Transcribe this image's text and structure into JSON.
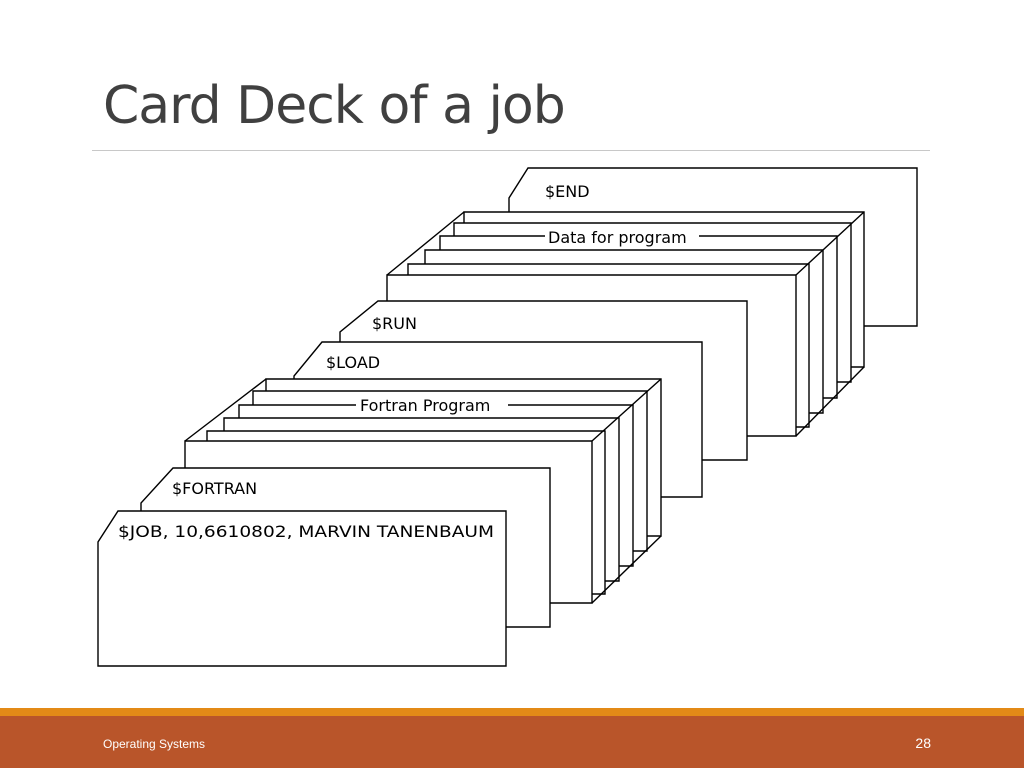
{
  "slide": {
    "title": "Card Deck of a job",
    "footer_text": "Operating Systems",
    "page_number": "28"
  },
  "cards": {
    "end": "$END",
    "data": "Data for program",
    "run": "$RUN",
    "load": "$LOAD",
    "fortran_program": "Fortran Program",
    "fortran": "$FORTRAN",
    "job": "$JOB, 10,6610802, MARVIN TANENBAUM"
  },
  "colors": {
    "title": "#404040",
    "footer_bar": "#b9552a",
    "footer_accent": "#e38a17"
  }
}
